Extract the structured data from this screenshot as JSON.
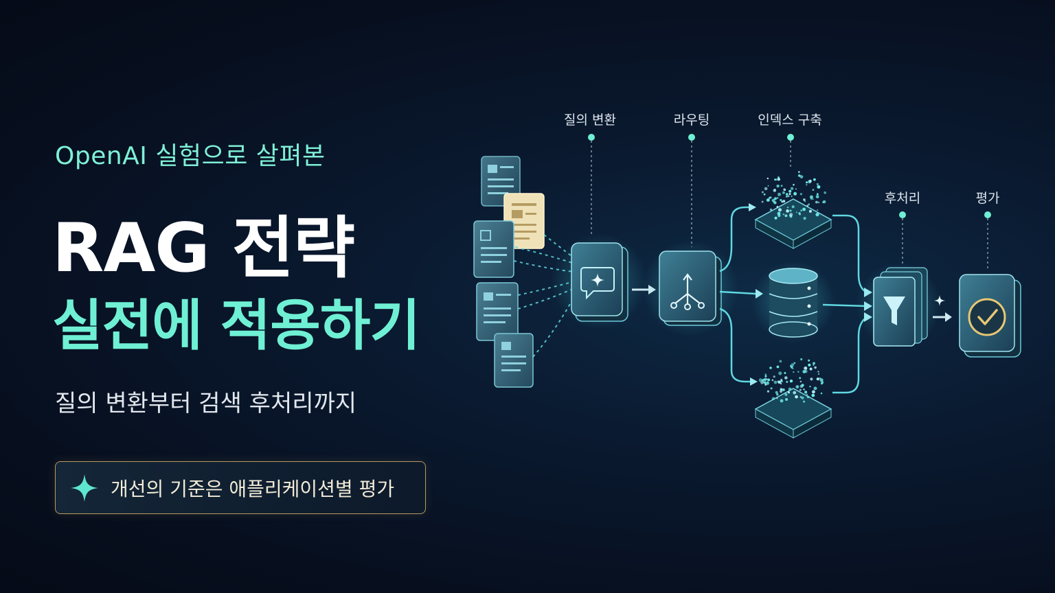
{
  "heading": {
    "kicker": "OpenAI 실험으로 살펴본",
    "title_line1": "RAG 전략",
    "title_line2": "실전에 적용하기",
    "tagline": "질의 변환부터 검색 후처리까지"
  },
  "callout": {
    "icon": "sparkle-icon",
    "text": "개선의 기준은 애플리케이션별 평가"
  },
  "pipeline": {
    "stages": [
      {
        "label": "질의 변환",
        "icon": "chat-sparkle-icon"
      },
      {
        "label": "라우팅",
        "icon": "branch-icon"
      },
      {
        "label": "인덱스 구축",
        "icon": "vector-cloud-icon"
      },
      {
        "label": "후처리",
        "icon": "filter-icon"
      },
      {
        "label": "평가",
        "icon": "check-circle-icon"
      }
    ]
  },
  "colors": {
    "accent_teal": "#6ff0d4",
    "accent_gold": "#b79a5e",
    "background": "#070f1f"
  }
}
